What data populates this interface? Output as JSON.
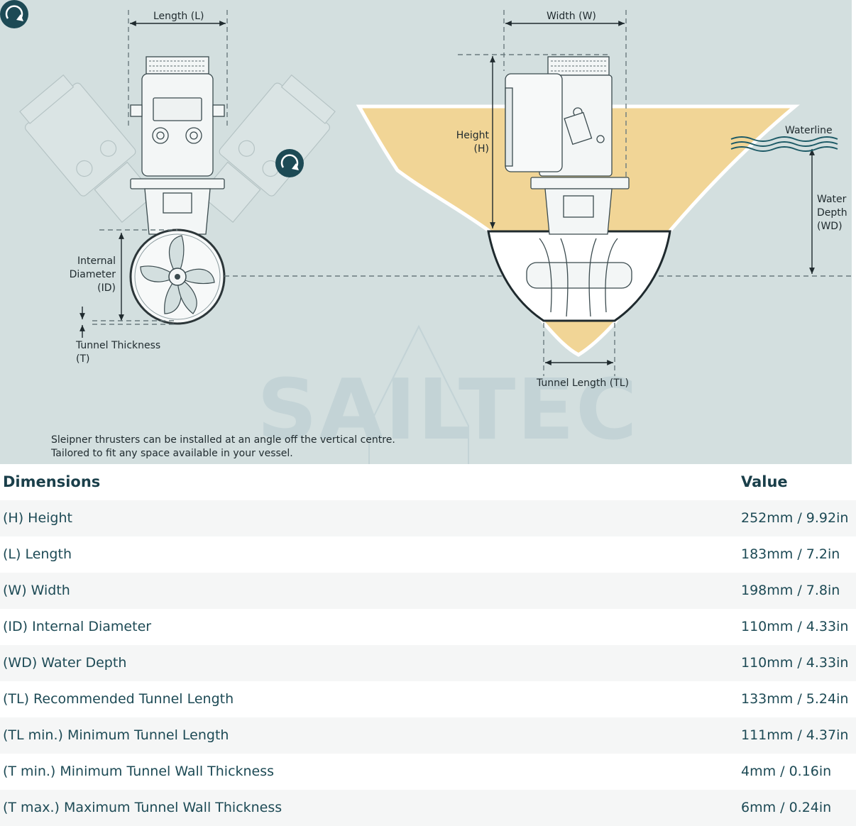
{
  "diagram": {
    "labels": {
      "length": "Length (L)",
      "width": "Width (W)",
      "height_line1": "Height",
      "height_line2": "(H)",
      "internal_diameter_line1": "Internal",
      "internal_diameter_line2": "Diameter",
      "internal_diameter_line3": "(ID)",
      "tunnel_thickness_line1": "Tunnel Thickness",
      "tunnel_thickness_line2": "(T)",
      "waterline": "Waterline",
      "water_depth_line1": "Water",
      "water_depth_line2": "Depth",
      "water_depth_line3": "(WD)",
      "tunnel_length": "Tunnel Length (TL)"
    },
    "watermark": "SAILTEC",
    "note_lines": [
      "Sleipner thrusters can be installed at an angle off the vertical centre.",
      "Tailored to fit any space available in your vessel."
    ],
    "icons": [
      "rotate-icon"
    ],
    "colors": {
      "background": "#d3dfdf",
      "hull_fill": "#f1d596",
      "icon_dark": "#1d4a55"
    }
  },
  "table": {
    "header": {
      "key": "Dimensions",
      "value": "Value"
    },
    "rows": [
      {
        "key": "(H) Height",
        "value": "252mm / 9.92in"
      },
      {
        "key": "(L) Length",
        "value": "183mm / 7.2in"
      },
      {
        "key": "(W) Width",
        "value": "198mm / 7.8in"
      },
      {
        "key": "(ID) Internal Diameter",
        "value": "110mm / 4.33in"
      },
      {
        "key": "(WD) Water Depth",
        "value": "110mm / 4.33in"
      },
      {
        "key": "(TL) Recommended Tunnel Length",
        "value": "133mm / 5.24in"
      },
      {
        "key": "(TL min.) Minimum Tunnel Length",
        "value": "111mm / 4.37in"
      },
      {
        "key": "(T min.) Minimum Tunnel Wall Thickness",
        "value": "4mm / 0.16in"
      },
      {
        "key": "(T max.) Maximum Tunnel Wall Thickness",
        "value": "6mm / 0.24in"
      }
    ]
  }
}
